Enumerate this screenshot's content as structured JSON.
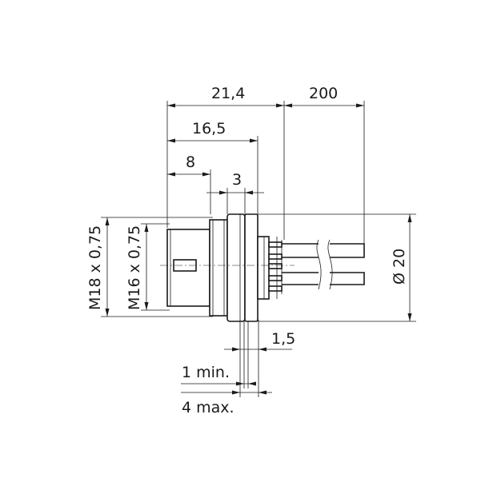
{
  "dimensions": {
    "d_21_4": "21,4",
    "d_200": "200",
    "d_16_5": "16,5",
    "d_8": "8",
    "d_3": "3",
    "d_1_5": "1,5",
    "d_1min": "1 min.",
    "d_4max": "4 max.",
    "d_m18": "M18 x 0,75",
    "d_m16": "M16 x 0,75",
    "d_dia20": "Ø 20"
  }
}
